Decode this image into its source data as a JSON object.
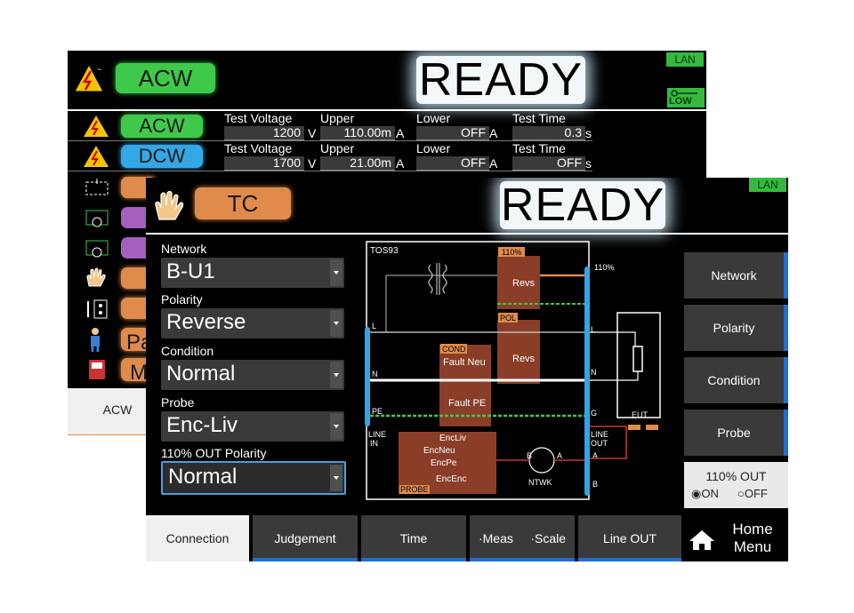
{
  "back_screen": {
    "mode": "ACW",
    "status": "READY",
    "lan": "LAN",
    "low_badge": "LOW",
    "rows": [
      {
        "mode": "ACW",
        "color": "#3fc94a",
        "f1_label": "Test Voltage",
        "f1_value": "1200",
        "f1_unit": "V",
        "f2_label": "Upper",
        "f2_value": "110.00m",
        "f2_unit": "A",
        "f3_label": "Lower",
        "f3_value": "OFF",
        "f3_unit": "A",
        "f4_label": "Test Time",
        "f4_value": "0.3",
        "f4_unit": "s"
      },
      {
        "mode": "DCW",
        "color": "#34a7e6",
        "f1_label": "Test Voltage",
        "f1_value": "1700",
        "f1_unit": "V",
        "f2_label": "Upper",
        "f2_value": "21.00m",
        "f2_unit": "A",
        "f3_label": "Lower",
        "f3_value": "OFF",
        "f3_unit": "A",
        "f4_label": "Test Time",
        "f4_value": "OFF",
        "f4_unit": "s"
      }
    ],
    "partial_rows": [
      "Pa",
      "M"
    ],
    "tab": "ACW"
  },
  "front_screen": {
    "mode": "TC",
    "status": "READY",
    "lan": "LAN",
    "fields": [
      {
        "label": "Network",
        "value": "B-U1"
      },
      {
        "label": "Polarity",
        "value": "Reverse"
      },
      {
        "label": "Condition",
        "value": "Normal"
      },
      {
        "label": "Probe",
        "value": "Enc-Liv"
      },
      {
        "label": "110% OUT Polarity",
        "value": "Normal"
      }
    ],
    "side_buttons": [
      "Network",
      "Polarity",
      "Condition",
      "Probe"
    ],
    "out_panel": {
      "title": "110% OUT",
      "on": "ON",
      "off": "OFF"
    },
    "tabs": [
      "Connection",
      "Judgement",
      "Time",
      "·Meas",
      "·Scale",
      "Line OUT"
    ],
    "home": {
      "line1": "Home",
      "line2": "Menu"
    },
    "diagram": {
      "title": "TOS93",
      "pct": "110%",
      "pct_right": "110%",
      "revs1": "Revs",
      "pol": "POL",
      "revs2": "Revs",
      "cond": "COND",
      "fault_neu": "Fault Neu",
      "fault_pe": "Fault PE",
      "l": "L",
      "n": "N",
      "pe": "PE",
      "line_in_1": "LINE",
      "line_in_2": "IN",
      "line_out_1": "LINE",
      "line_out_2": "OUT",
      "rl": "L",
      "rn": "N",
      "rg": "G",
      "ra": "A",
      "rb": "B",
      "eut": "EUT",
      "enc_liv": "EncLiv",
      "enc_neu": "EncNeu",
      "enc_pe": "EncPe",
      "enc_enc": "EncEnc",
      "probe": "PROBE",
      "ntwk": "NTWK",
      "b": "B",
      "a": "A"
    }
  }
}
